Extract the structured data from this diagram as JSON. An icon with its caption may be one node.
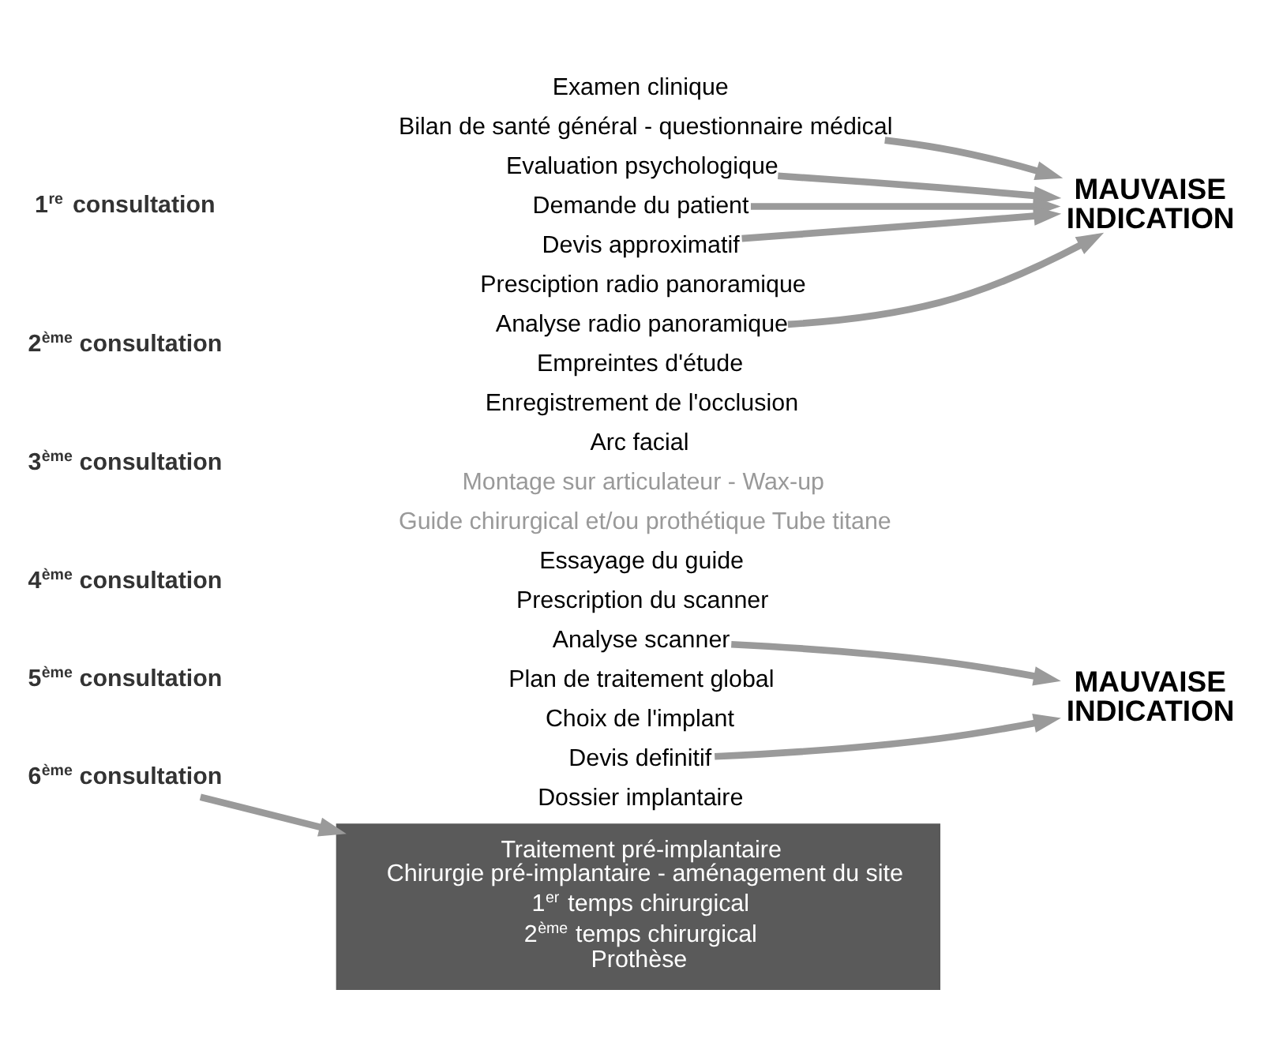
{
  "diagram": {
    "nodes": [
      {
        "text": [
          "1$^{re}$ consultation"
        ]
      },
      {
        "text": [
          "Examen clinique"
        ]
      },
      {
        "text": [
          "Bilan de santé général - questionnaire médical"
        ]
      },
      {
        "text": [
          "Evaluation psychologique"
        ]
      },
      {
        "text": [
          "Demande du patient"
        ]
      },
      {
        "text": [
          "Devis approximatif"
        ]
      },
      {
        "text": [
          "Presciption radio panoramique"
        ]
      },
      {
        "text": [
          "MAUVAISE INDICATION"
        ]
      },
      {
        "text": [
          "2$^{ème}$ consultation"
        ]
      },
      {
        "text": [
          "Analyse radio panoramique"
        ]
      },
      {
        "text": [
          "Empreintes d'étude"
        ]
      },
      {
        "text": [
          "3$^{ème}$ consultation"
        ]
      },
      {
        "text": [
          "Enregistrement de l'occlusion"
        ]
      },
      {
        "text": [
          "Arc facial"
        ]
      },
      {
        "text": [
          "Montage sur articulateur - Wax-up"
        ]
      },
      {
        "text": [
          "Guide chirurgical et/ou prothétique Tube titane"
        ]
      },
      {
        "text": [
          "4$^{ème}$ consultation"
        ]
      },
      {
        "text": [
          "Essayage du guide"
        ]
      },
      {
        "text": [
          "Prescription du scanner"
        ]
      },
      {
        "text": [
          "5$^{ème}$ consultation"
        ]
      },
      {
        "text": [
          "Analyse scanner"
        ]
      },
      {
        "text": [
          "Plan de traitement global"
        ]
      },
      {
        "text": [
          "Choix de l'implant"
        ]
      },
      {
        "text": [
          "MAUVAISE INDICATION"
        ]
      },
      {
        "text": [
          "6$^{ème}$ consultation"
        ]
      },
      {
        "text": [
          "Devis definitif"
        ]
      },
      {
        "text": [
          "Dossier implantaire"
        ]
      },
      {
        "text": [
          "Traitement pré-implantaire",
          "Chirurgie pré-implantaire - aménagement du site",
          "1$^{er}$ temps chirurgical",
          "2$^{ème}$ temps chirurgical",
          "Prothèse"
        ]
      }
    ],
    "edges": [
      {
        "from": 2,
        "to": 7,
        "arrow": "to"
      },
      {
        "from": 3,
        "to": 7,
        "arrow": "to"
      },
      {
        "from": 4,
        "to": 7,
        "arrow": "to"
      },
      {
        "from": 5,
        "to": 7,
        "arrow": "to"
      },
      {
        "from": 9,
        "to": 7,
        "arrow": "to"
      },
      {
        "from": 20,
        "to": 23,
        "arrow": "to"
      },
      {
        "from": 25,
        "to": 23,
        "arrow": "to"
      },
      {
        "from": 24,
        "to": 27,
        "arrow": "to"
      }
    ]
  }
}
